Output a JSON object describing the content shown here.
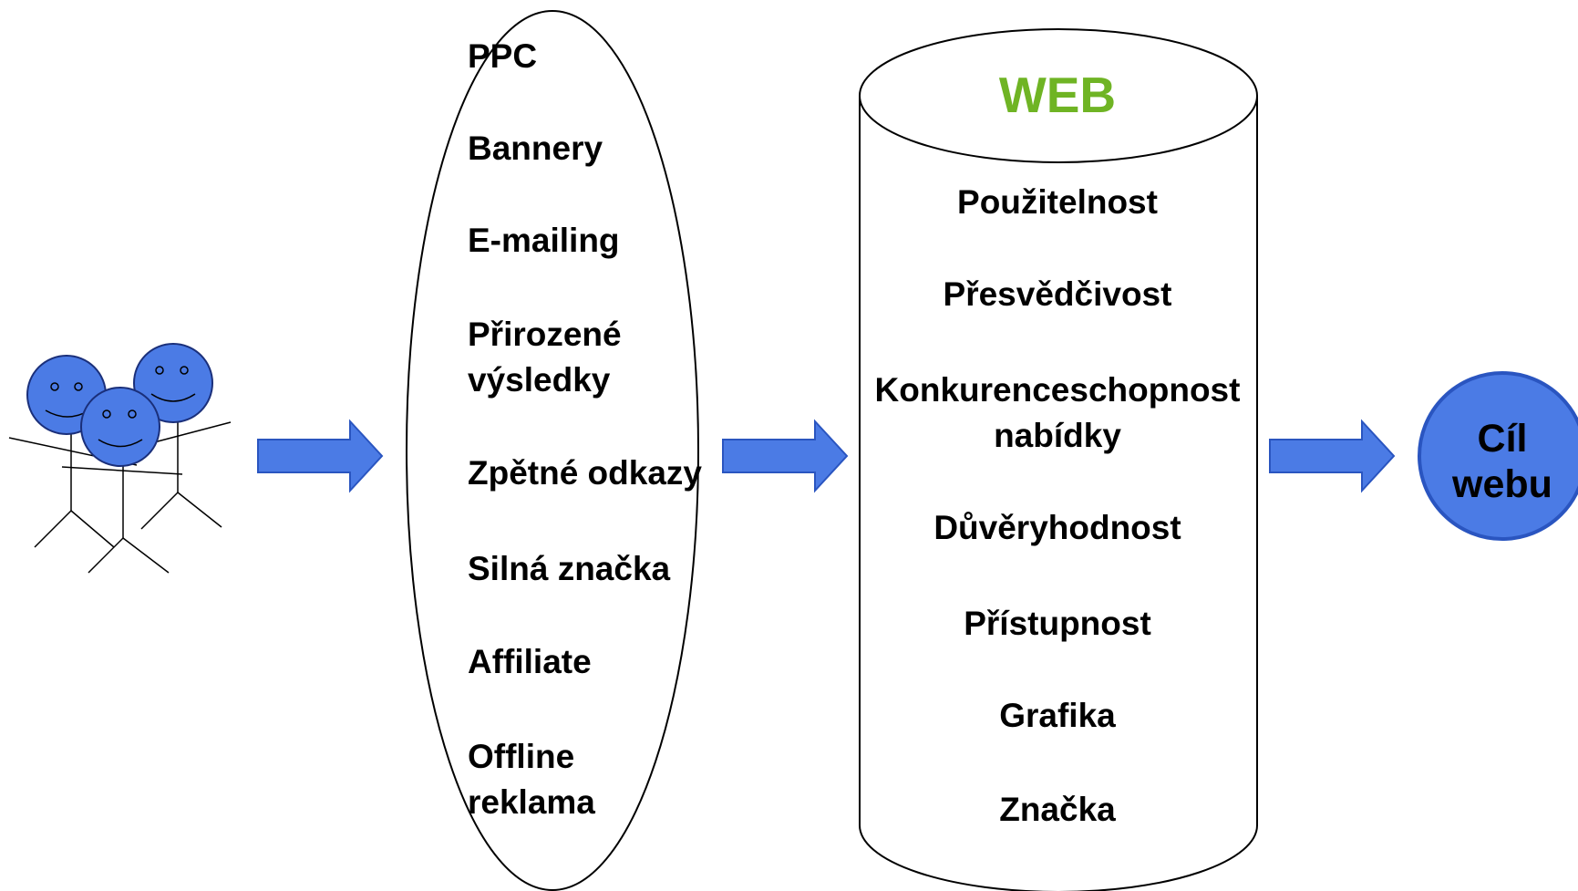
{
  "channels": {
    "items": [
      {
        "line1": "PPC",
        "line2": ""
      },
      {
        "line1": "Bannery",
        "line2": ""
      },
      {
        "line1": "E-mailing",
        "line2": ""
      },
      {
        "line1": "Přirozené",
        "line2": "výsledky"
      },
      {
        "line1": "Zpětné odkazy",
        "line2": ""
      },
      {
        "line1": "Silná značka",
        "line2": ""
      },
      {
        "line1": "Affiliate",
        "line2": ""
      },
      {
        "line1": "Offline",
        "line2": "reklama"
      }
    ]
  },
  "web": {
    "title": "WEB",
    "title_color": "#6fb424",
    "factors": [
      {
        "line1": "Použitelnost",
        "line2": ""
      },
      {
        "line1": "Přesvědčivost",
        "line2": ""
      },
      {
        "line1": "Konkurenceschopnost",
        "line2": "nabídky"
      },
      {
        "line1": "Důvěryhodnost",
        "line2": ""
      },
      {
        "line1": "Přístupnost",
        "line2": ""
      },
      {
        "line1": "Grafika",
        "line2": ""
      },
      {
        "line1": "Značka",
        "line2": ""
      }
    ]
  },
  "goal": {
    "line1": "Cíl",
    "line2": "webu"
  },
  "colors": {
    "accent_blue": "#4b7be5",
    "outline_blue": "#2a55c0"
  },
  "icons": {
    "users": "stick-figure-users-icon",
    "arrow": "right-arrow-icon"
  }
}
